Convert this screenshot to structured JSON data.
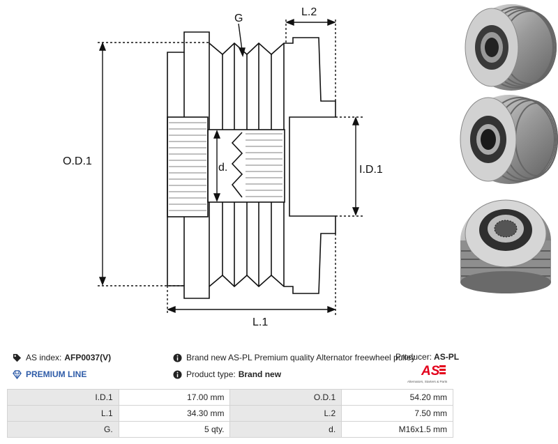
{
  "drawing": {
    "labels": {
      "g": "G",
      "l2": "L.2",
      "od1": "O.D.1",
      "id1": "I.D.1",
      "d": "d.",
      "l1": "L.1"
    }
  },
  "info": {
    "as_index_label": "AS index:",
    "as_index_value": "AFP0037(V)",
    "premium_line": "PREMIUM LINE",
    "description": "Brand new AS-PL Premium quality Alternator freewheel pulley",
    "product_type_label": "Product type:",
    "product_type_value": "Brand new",
    "producer_label": "Producer:",
    "producer_value": "AS-PL"
  },
  "logo": {
    "mark": "AS",
    "tagline": "Alternators, Starters & Parts",
    "color": "#e3001b"
  },
  "specs": {
    "rows": [
      {
        "l1": "I.D.1",
        "v1": "17.00 mm",
        "l2": "O.D.1",
        "v2": "54.20 mm"
      },
      {
        "l1": "L.1",
        "v1": "34.30 mm",
        "l2": "L.2",
        "v2": "7.50 mm"
      },
      {
        "l1": "G.",
        "v1": "5 qty.",
        "l2": "d.",
        "v2": "M16x1.5 mm"
      }
    ]
  },
  "colors": {
    "premium": "#2f5ca8",
    "table_label_bg": "#e8e8e8",
    "table_border": "#d3d3d3"
  }
}
